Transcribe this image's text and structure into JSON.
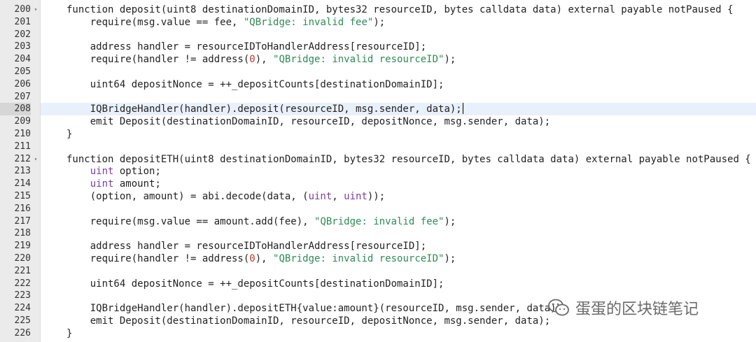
{
  "editor": {
    "active_line": "208",
    "lines": [
      {
        "num": "200",
        "fold": true,
        "code": "function deposit(uint8 destinationDomainID, bytes32 resourceID, bytes calldata data) external payable notPaused {"
      },
      {
        "num": "201",
        "code": "    require(msg.value == fee, \"QBridge: invalid fee\");"
      },
      {
        "num": "202",
        "code": ""
      },
      {
        "num": "203",
        "code": "    address handler = resourceIDToHandlerAddress[resourceID];"
      },
      {
        "num": "204",
        "code": "    require(handler != address(0), \"QBridge: invalid resourceID\");"
      },
      {
        "num": "205",
        "code": ""
      },
      {
        "num": "206",
        "code": "    uint64 depositNonce = ++_depositCounts[destinationDomainID];"
      },
      {
        "num": "207",
        "code": ""
      },
      {
        "num": "208",
        "code": "    IQBridgeHandler(handler).deposit(resourceID, msg.sender, data);"
      },
      {
        "num": "209",
        "code": "    emit Deposit(destinationDomainID, resourceID, depositNonce, msg.sender, data);"
      },
      {
        "num": "210",
        "code": "}"
      },
      {
        "num": "211",
        "code": ""
      },
      {
        "num": "212",
        "fold": true,
        "code": "function depositETH(uint8 destinationDomainID, bytes32 resourceID, bytes calldata data) external payable notPaused {"
      },
      {
        "num": "213",
        "code": "    uint option;"
      },
      {
        "num": "214",
        "code": "    uint amount;"
      },
      {
        "num": "215",
        "code": "    (option, amount) = abi.decode(data, (uint, uint));"
      },
      {
        "num": "216",
        "code": ""
      },
      {
        "num": "217",
        "code": "    require(msg.value == amount.add(fee), \"QBridge: invalid fee\");"
      },
      {
        "num": "218",
        "code": ""
      },
      {
        "num": "219",
        "code": "    address handler = resourceIDToHandlerAddress[resourceID];"
      },
      {
        "num": "220",
        "code": "    require(handler != address(0), \"QBridge: invalid resourceID\");"
      },
      {
        "num": "221",
        "code": ""
      },
      {
        "num": "222",
        "code": "    uint64 depositNonce = ++_depositCounts[destinationDomainID];"
      },
      {
        "num": "223",
        "code": ""
      },
      {
        "num": "224",
        "code": "    IQBridgeHandler(handler).depositETH{value:amount}(resourceID, msg.sender, data);"
      },
      {
        "num": "225",
        "code": "    emit Deposit(destinationDomainID, resourceID, depositNonce, msg.sender, data);"
      },
      {
        "num": "226",
        "code": "}"
      }
    ]
  },
  "watermark": {
    "text": "蛋蛋的区块链笔记",
    "icon": "wechat-icon"
  },
  "colors": {
    "gutter_bg": "#ebebeb",
    "active_line_bg": "#e8f0fb",
    "string": "#2e8b57",
    "number": "#c0392b",
    "keyword": "#7b3fa0"
  }
}
